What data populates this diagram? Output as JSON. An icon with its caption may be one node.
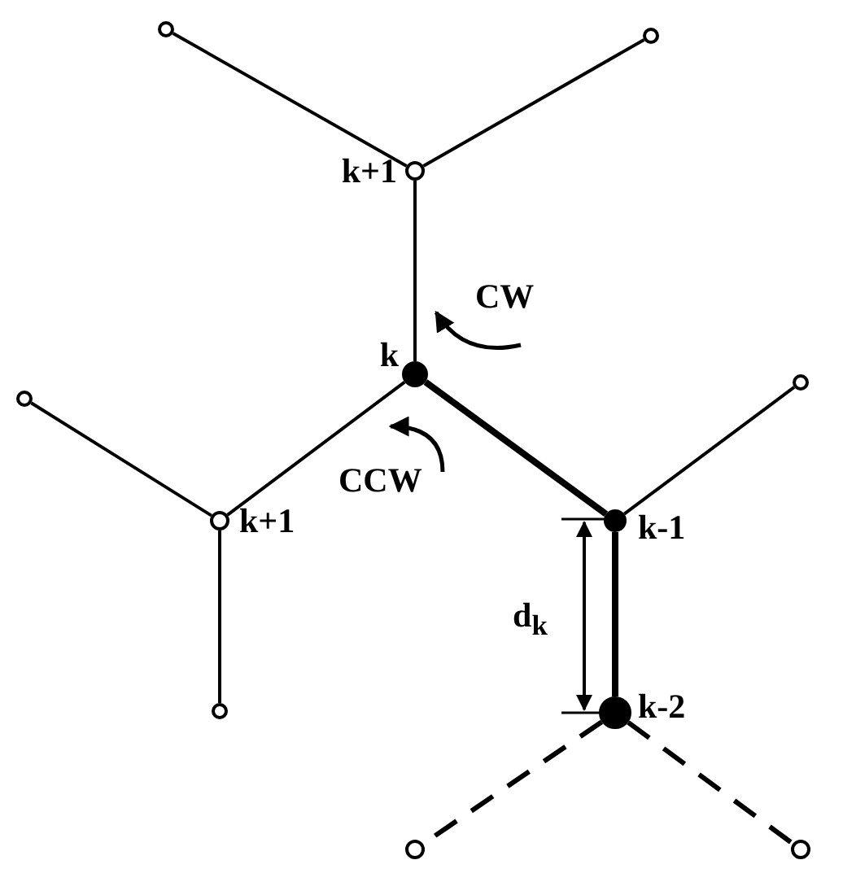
{
  "diagram": {
    "nodes": [
      {
        "text": [],
        "shape": "circle"
      },
      {
        "text": [],
        "shape": "circle"
      },
      {
        "text": [
          "k+1"
        ]
      },
      {
        "text": [
          "k"
        ]
      },
      {
        "text": [],
        "shape": "circle"
      },
      {
        "text": [],
        "shape": "circle"
      },
      {
        "text": [
          "k+1"
        ]
      },
      {
        "text": [
          "k-1"
        ]
      },
      {
        "text": [],
        "shape": "circle"
      },
      {
        "text": [
          "k-2"
        ]
      },
      {
        "text": [],
        "shape": "circle"
      },
      {
        "text": [],
        "shape": "circle"
      }
    ],
    "edges": [
      {
        "from": 0,
        "to": 2,
        "arrow": "none"
      },
      {
        "from": 1,
        "to": 2,
        "arrow": "none"
      },
      {
        "from": 2,
        "to": 3,
        "arrow": "none"
      },
      {
        "from": 4,
        "to": 6,
        "arrow": "none"
      },
      {
        "from": 3,
        "to": 6,
        "arrow": "none"
      },
      {
        "from": 3,
        "to": 7,
        "arrow": "none",
        "style": "thick"
      },
      {
        "from": 7,
        "to": 5,
        "arrow": "none"
      },
      {
        "from": 6,
        "to": 8,
        "arrow": "none"
      },
      {
        "from": 7,
        "to": 9,
        "arrow": "none",
        "style": "thick"
      },
      {
        "from": 9,
        "to": 10,
        "arrow": "none",
        "style": "dashed"
      },
      {
        "from": 9,
        "to": 11,
        "arrow": "none",
        "style": "dashed"
      }
    ],
    "labels": [
      "CW",
      "CCW",
      "d$_{k}$"
    ]
  }
}
